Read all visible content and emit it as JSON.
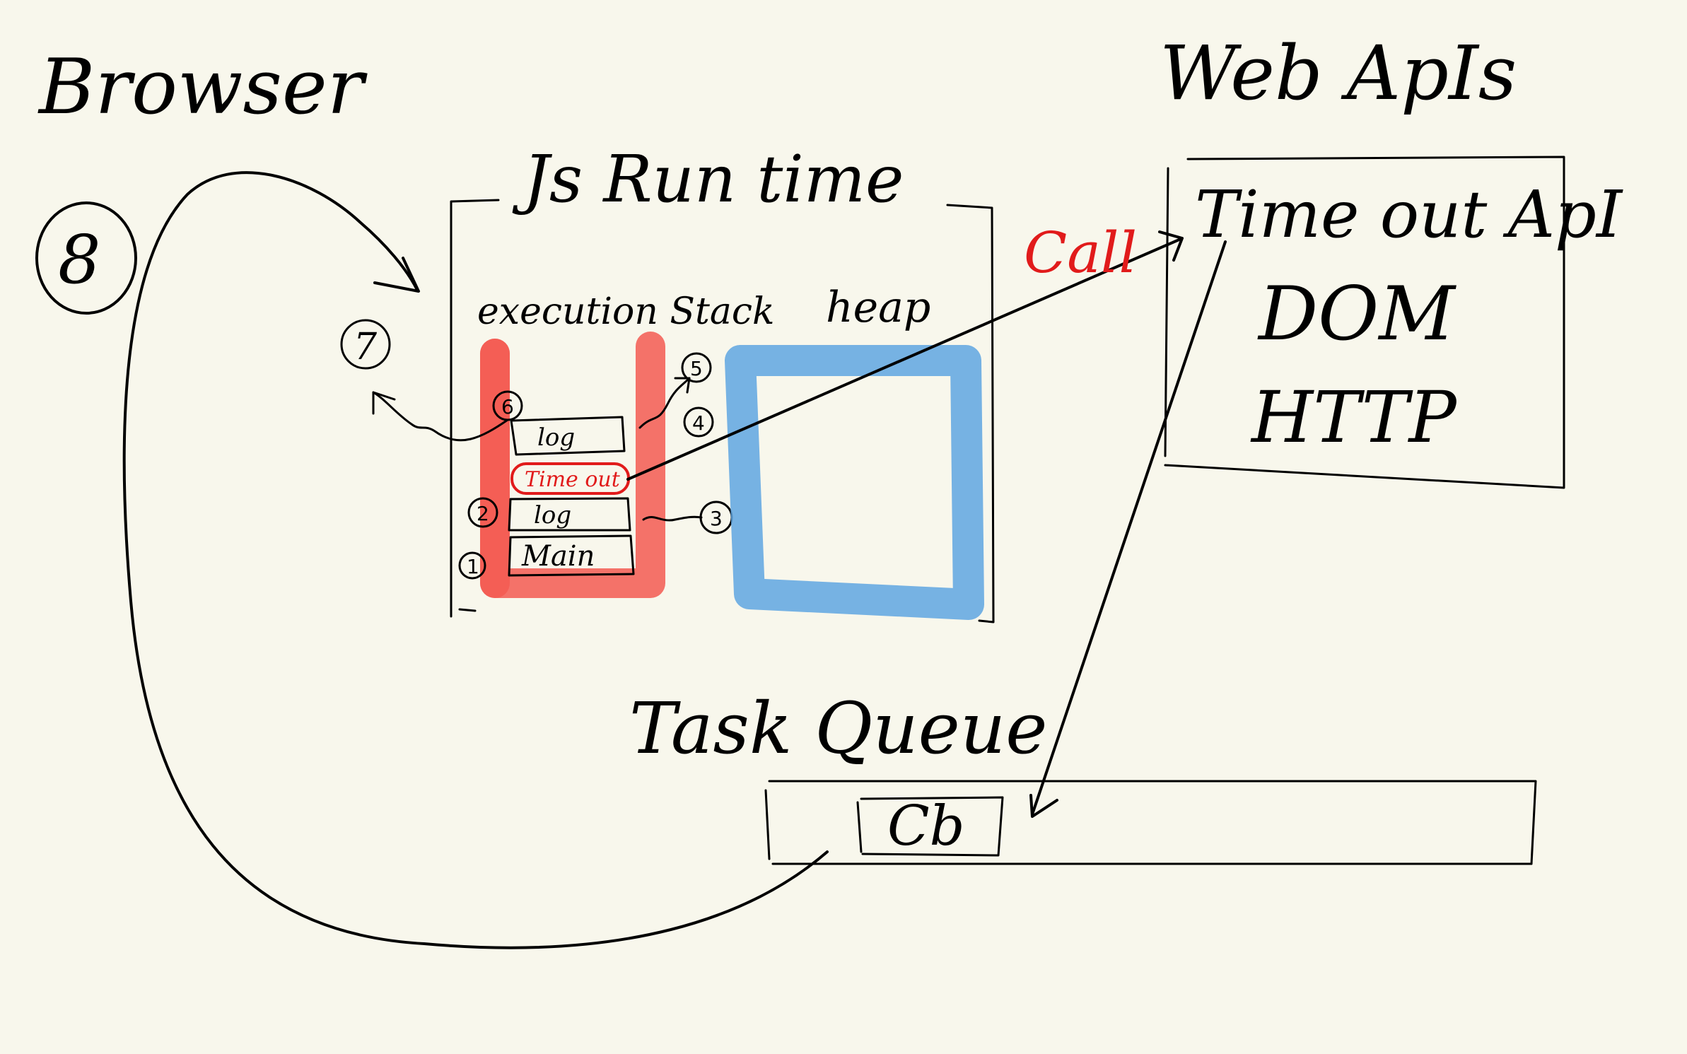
{
  "titles": {
    "browser": "Browser",
    "web_apis": "Web ApIs",
    "js_runtime": "Js Run time",
    "task_queue": "Task Queue"
  },
  "runtime": {
    "execution_stack_label": "execution Stack",
    "heap_label": "heap",
    "stack_frames": [
      {
        "label": "log",
        "step": "5"
      },
      {
        "label": "Time out",
        "step": "4"
      },
      {
        "label": "log",
        "step": "2"
      },
      {
        "label": "Main",
        "step": "1"
      }
    ],
    "side_steps": [
      "6",
      "3",
      "5",
      "4"
    ]
  },
  "call_label": "Call",
  "web_apis_box": {
    "items": [
      "Time out ApI",
      "DOM",
      "HTTP"
    ]
  },
  "task_queue_box": {
    "items": [
      "Cb"
    ]
  },
  "markers": {
    "browser_marker": "8",
    "loop_marker": "7"
  },
  "colors": {
    "stack_red": "#f35b52",
    "heap_blue": "#5fa6e2",
    "timeout_red": "#e11b1b",
    "ink": "#000000",
    "background": "#f8f7ec"
  }
}
